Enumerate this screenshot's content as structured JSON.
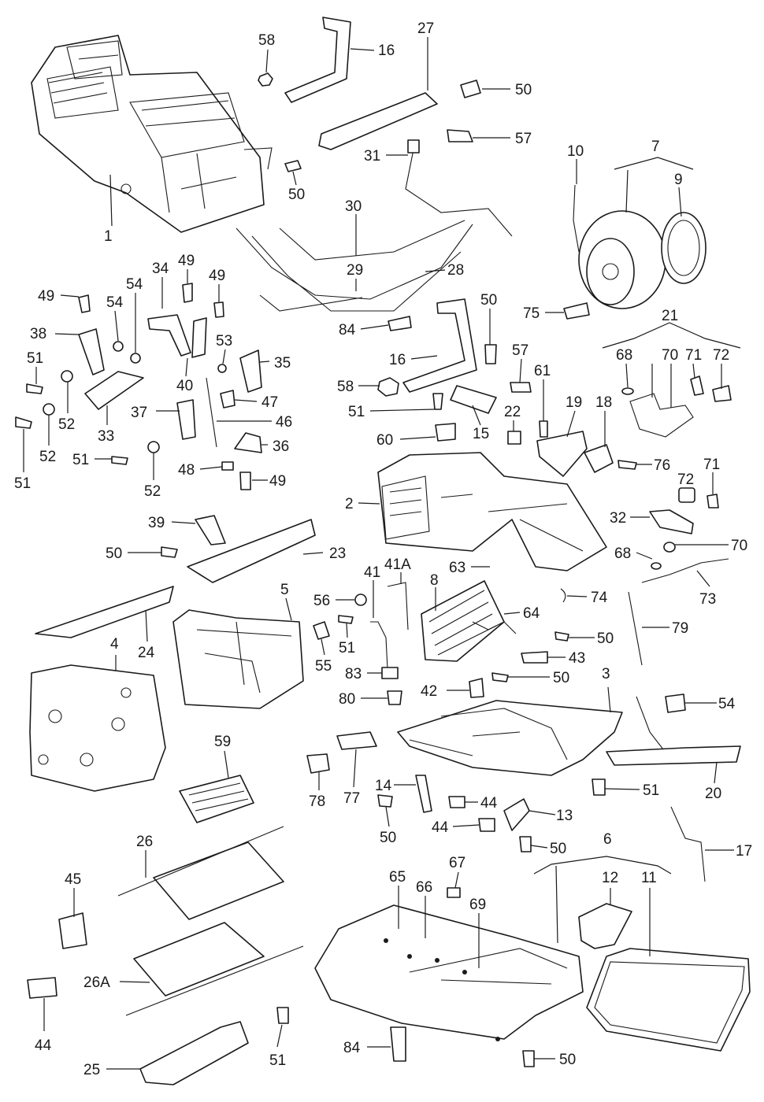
{
  "diagram": {
    "callouts": [
      {
        "id": "c1",
        "label": "1"
      },
      {
        "id": "c58a",
        "label": "58"
      },
      {
        "id": "c16a",
        "label": "16"
      },
      {
        "id": "c27",
        "label": "27"
      },
      {
        "id": "c50a",
        "label": "50"
      },
      {
        "id": "c57a",
        "label": "57"
      },
      {
        "id": "c31",
        "label": "31"
      },
      {
        "id": "c50b",
        "label": "50"
      },
      {
        "id": "c10",
        "label": "10"
      },
      {
        "id": "c7",
        "label": "7"
      },
      {
        "id": "c9",
        "label": "9"
      },
      {
        "id": "c30",
        "label": "30"
      },
      {
        "id": "c29",
        "label": "29"
      },
      {
        "id": "c28",
        "label": "28"
      },
      {
        "id": "c34",
        "label": "34"
      },
      {
        "id": "c49a",
        "label": "49"
      },
      {
        "id": "c49b",
        "label": "49"
      },
      {
        "id": "c54a",
        "label": "54"
      },
      {
        "id": "c54b",
        "label": "54"
      },
      {
        "id": "c49c",
        "label": "49"
      },
      {
        "id": "c38",
        "label": "38"
      },
      {
        "id": "c53",
        "label": "53"
      },
      {
        "id": "c35",
        "label": "35"
      },
      {
        "id": "c51a",
        "label": "51"
      },
      {
        "id": "c40",
        "label": "40"
      },
      {
        "id": "c52a",
        "label": "52"
      },
      {
        "id": "c47",
        "label": "47"
      },
      {
        "id": "c33",
        "label": "33"
      },
      {
        "id": "c37",
        "label": "37"
      },
      {
        "id": "c46",
        "label": "46"
      },
      {
        "id": "c52b",
        "label": "52"
      },
      {
        "id": "c51b",
        "label": "51"
      },
      {
        "id": "c51c",
        "label": "51"
      },
      {
        "id": "c36",
        "label": "36"
      },
      {
        "id": "c48",
        "label": "48"
      },
      {
        "id": "c49d",
        "label": "49"
      },
      {
        "id": "c52c",
        "label": "52"
      },
      {
        "id": "c75",
        "label": "75"
      },
      {
        "id": "c84a",
        "label": "84"
      },
      {
        "id": "c50c",
        "label": "50"
      },
      {
        "id": "c21",
        "label": "21"
      },
      {
        "id": "c16b",
        "label": "16"
      },
      {
        "id": "c57b",
        "label": "57"
      },
      {
        "id": "c68a",
        "label": "68"
      },
      {
        "id": "c70a",
        "label": "70"
      },
      {
        "id": "c71a",
        "label": "71"
      },
      {
        "id": "c72a",
        "label": "72"
      },
      {
        "id": "c58b",
        "label": "58"
      },
      {
        "id": "c61",
        "label": "61"
      },
      {
        "id": "c51d",
        "label": "51"
      },
      {
        "id": "c19",
        "label": "19"
      },
      {
        "id": "c18",
        "label": "18"
      },
      {
        "id": "c15",
        "label": "15"
      },
      {
        "id": "c22",
        "label": "22"
      },
      {
        "id": "c60",
        "label": "60"
      },
      {
        "id": "c76",
        "label": "76"
      },
      {
        "id": "c71b",
        "label": "71"
      },
      {
        "id": "c72b",
        "label": "72"
      },
      {
        "id": "c2",
        "label": "2"
      },
      {
        "id": "c32",
        "label": "32"
      },
      {
        "id": "c39",
        "label": "39"
      },
      {
        "id": "c68b",
        "label": "68"
      },
      {
        "id": "c70b",
        "label": "70"
      },
      {
        "id": "c50d",
        "label": "50"
      },
      {
        "id": "c23",
        "label": "23"
      },
      {
        "id": "c41",
        "label": "41"
      },
      {
        "id": "c41a",
        "label": "41A"
      },
      {
        "id": "c63",
        "label": "63"
      },
      {
        "id": "c5",
        "label": "5"
      },
      {
        "id": "c8",
        "label": "8"
      },
      {
        "id": "c74",
        "label": "74"
      },
      {
        "id": "c73",
        "label": "73"
      },
      {
        "id": "c56",
        "label": "56"
      },
      {
        "id": "c64",
        "label": "64"
      },
      {
        "id": "c79",
        "label": "79"
      },
      {
        "id": "c51e",
        "label": "51"
      },
      {
        "id": "c50e",
        "label": "50"
      },
      {
        "id": "c55",
        "label": "55"
      },
      {
        "id": "c43",
        "label": "43"
      },
      {
        "id": "c24",
        "label": "24"
      },
      {
        "id": "c4",
        "label": "4"
      },
      {
        "id": "c83",
        "label": "83"
      },
      {
        "id": "c50f",
        "label": "50"
      },
      {
        "id": "c3",
        "label": "3"
      },
      {
        "id": "c80",
        "label": "80"
      },
      {
        "id": "c42",
        "label": "42"
      },
      {
        "id": "c54c",
        "label": "54"
      },
      {
        "id": "c59",
        "label": "59"
      },
      {
        "id": "c78",
        "label": "78"
      },
      {
        "id": "c77",
        "label": "77"
      },
      {
        "id": "c14",
        "label": "14"
      },
      {
        "id": "c44a",
        "label": "44"
      },
      {
        "id": "c51f",
        "label": "51"
      },
      {
        "id": "c20",
        "label": "20"
      },
      {
        "id": "c13",
        "label": "13"
      },
      {
        "id": "c50g",
        "label": "50"
      },
      {
        "id": "c44b",
        "label": "44"
      },
      {
        "id": "c17",
        "label": "17"
      },
      {
        "id": "c50h",
        "label": "50"
      },
      {
        "id": "c26",
        "label": "26"
      },
      {
        "id": "c6",
        "label": "6"
      },
      {
        "id": "c45",
        "label": "45"
      },
      {
        "id": "c67",
        "label": "67"
      },
      {
        "id": "c12",
        "label": "12"
      },
      {
        "id": "c11",
        "label": "11"
      },
      {
        "id": "c65",
        "label": "65"
      },
      {
        "id": "c66",
        "label": "66"
      },
      {
        "id": "c69",
        "label": "69"
      },
      {
        "id": "c26a",
        "label": "26A"
      },
      {
        "id": "c44c",
        "label": "44"
      },
      {
        "id": "c51g",
        "label": "51"
      },
      {
        "id": "c84b",
        "label": "84"
      },
      {
        "id": "c50i",
        "label": "50"
      },
      {
        "id": "c25",
        "label": "25"
      }
    ]
  }
}
